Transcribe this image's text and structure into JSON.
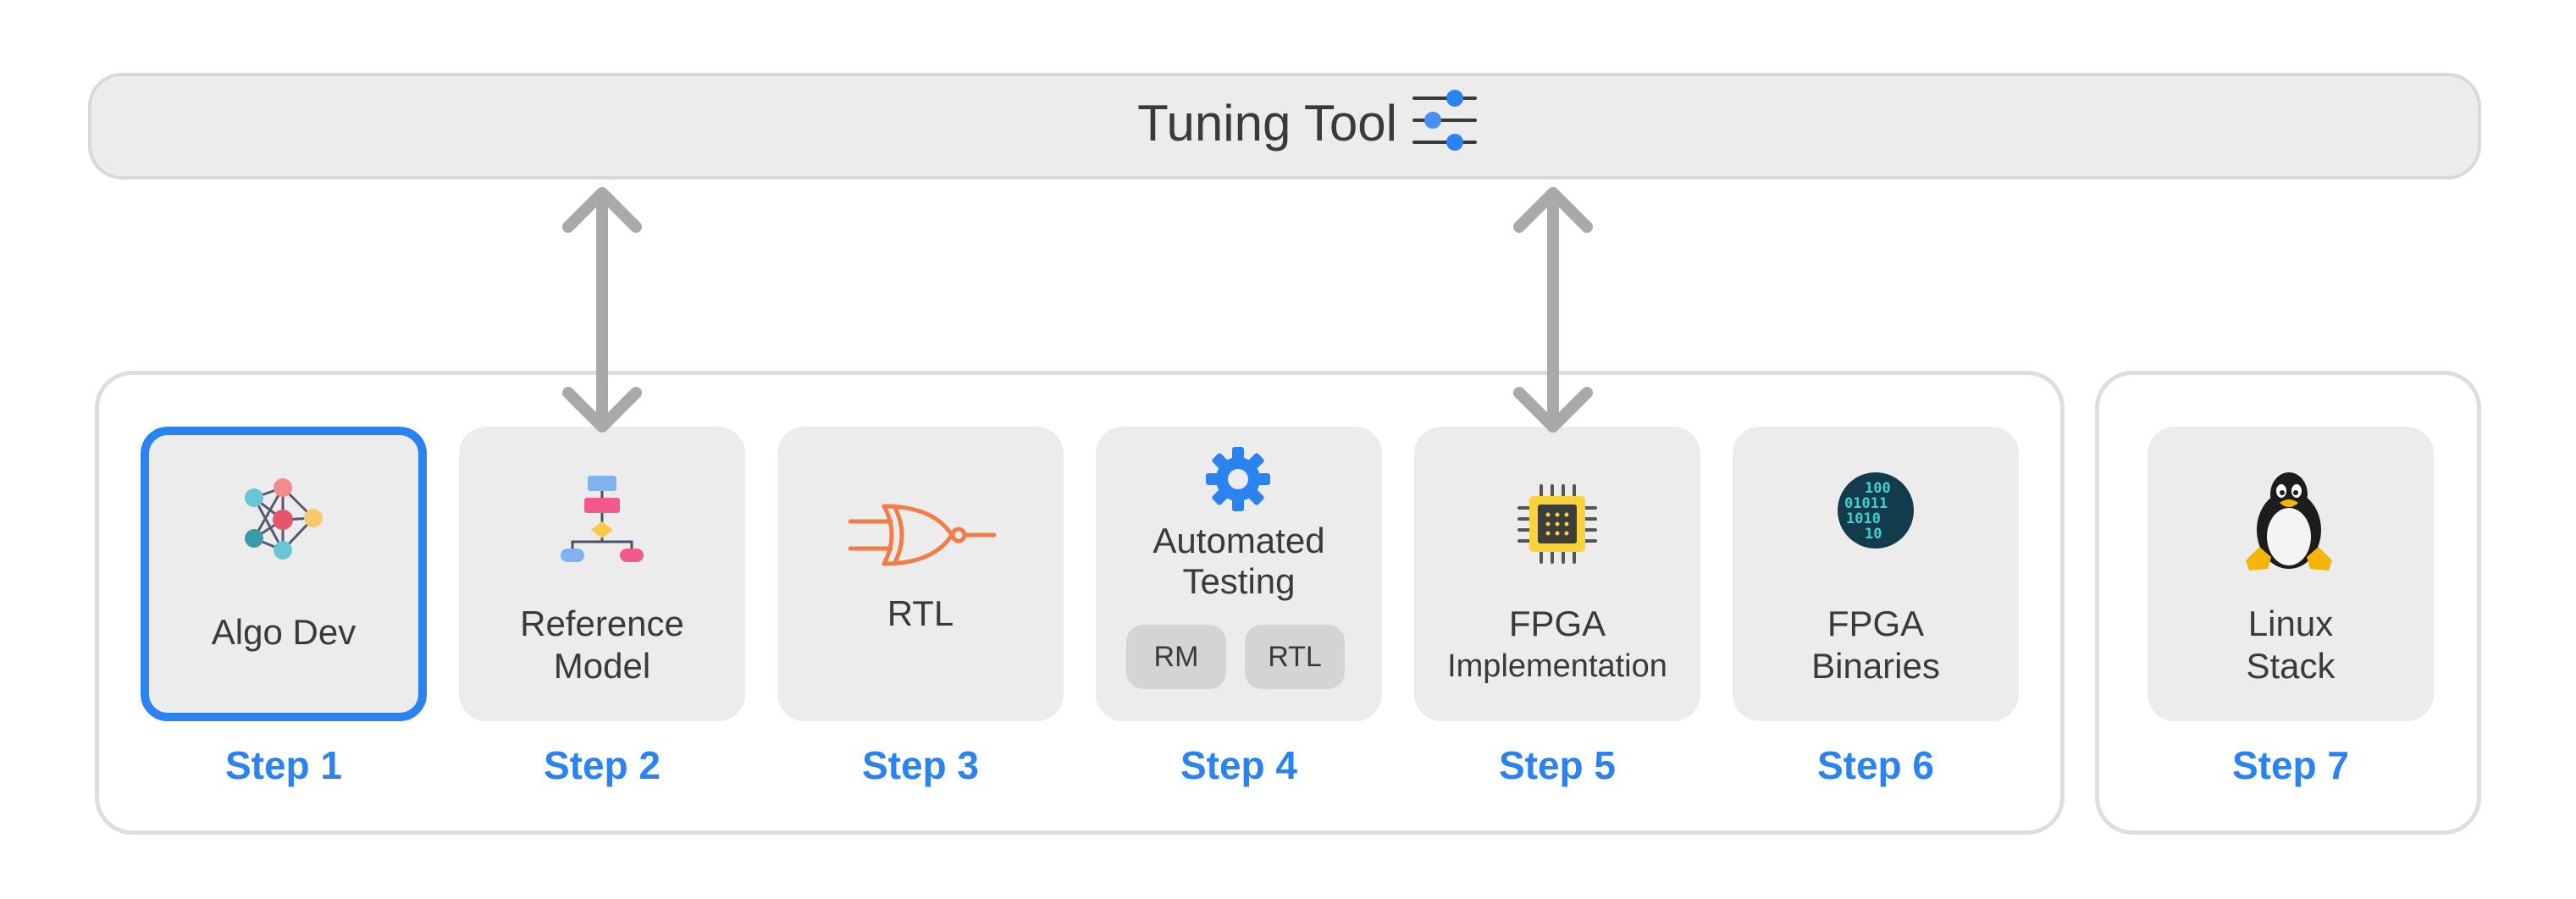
{
  "header": {
    "title": "Tuning Tool",
    "icon": "sliders-icon"
  },
  "steps": [
    {
      "label": "Algo Dev",
      "step": "Step 1",
      "icon": "neural-network-icon",
      "selected": true
    },
    {
      "label_lines": [
        "Reference",
        "Model"
      ],
      "step": "Step 2",
      "icon": "flowchart-icon"
    },
    {
      "label": "RTL",
      "step": "Step 3",
      "icon": "logic-gate-icon"
    },
    {
      "label_lines": [
        "Automated",
        "Testing"
      ],
      "step": "Step 4",
      "icon": "gear-icon",
      "chips": [
        "RM",
        "RTL"
      ]
    },
    {
      "label_lines": [
        "FPGA",
        "Implementation"
      ],
      "step": "Step 5",
      "icon": "chip-icon"
    },
    {
      "label_lines": [
        "FPGA",
        "Binaries"
      ],
      "step": "Step 6",
      "icon": "binary-globe-icon"
    },
    {
      "label_lines": [
        "Linux",
        "Stack"
      ],
      "step": "Step 7",
      "icon": "penguin-icon"
    }
  ],
  "connections": [
    {
      "from": "Tuning Tool",
      "to": "Step 2",
      "type": "bidirectional"
    },
    {
      "from": "Tuning Tool",
      "to": "Step 5",
      "type": "bidirectional"
    }
  ],
  "colors": {
    "accent": "#2b83f1",
    "card": "#ececec",
    "arrow": "#a9a9a9",
    "border": "#dedede"
  }
}
